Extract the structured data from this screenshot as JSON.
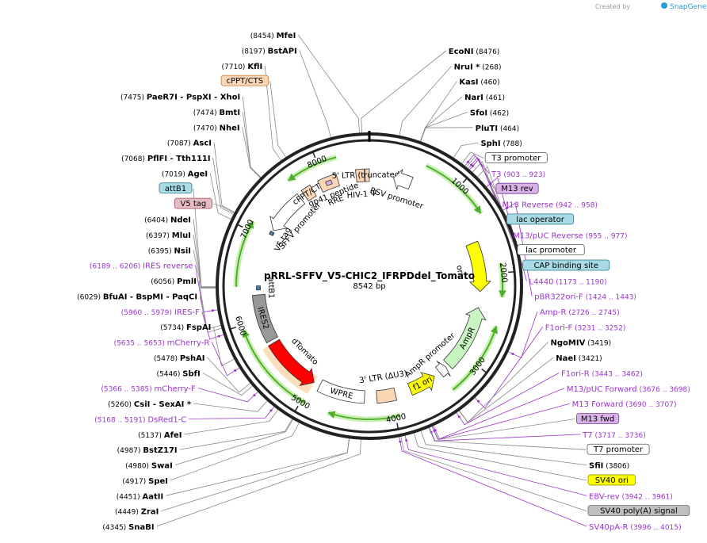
{
  "app": {
    "credit_prefix": "Created by",
    "credit_brand": "SnapGene"
  },
  "plasmid": {
    "name": "pRRL-SFFV_V5-CHIC2_IFRPDdel_Tomato",
    "length_label": "8542 bp",
    "total_bp": 8542
  },
  "ticks": [
    {
      "label": "1000",
      "bp": 1000
    },
    {
      "label": "2000",
      "bp": 2000
    },
    {
      "label": "3000",
      "bp": 3000
    },
    {
      "label": "4000",
      "bp": 4000
    },
    {
      "label": "5000",
      "bp": 5000
    },
    {
      "label": "6000",
      "bp": 6000
    },
    {
      "label": "7000",
      "bp": 7000
    },
    {
      "label": "8000",
      "bp": 8000
    }
  ],
  "colors": {
    "backbone": "#222222",
    "primer": "#9a33cc",
    "promoter_fill": "#ffffff",
    "ltr_fill": "#fbd6b5",
    "green_arrow": "#4fae2e",
    "green_glow": "#c9efb2",
    "ori_fill": "#ffff00",
    "amp_fill": "#c8f5c2",
    "tomato_fill": "#ff0000",
    "ires_fill": "#999999",
    "orange_glow": "#f0a040",
    "blue_feature": "#4477aa",
    "leader_line": "#888888"
  },
  "features": [
    {
      "id": "ori",
      "label": "ori",
      "start": 1600,
      "end": 2200,
      "direction": 1,
      "type": "ori"
    },
    {
      "id": "ampr",
      "label": "AmpR",
      "start": 2400,
      "end": 3200,
      "direction": -1,
      "type": "amp"
    },
    {
      "id": "ampr-promoter",
      "label": "AmpR promoter",
      "start": 3240,
      "end": 3340,
      "direction": -1,
      "type": "promoter"
    },
    {
      "id": "f1-ori",
      "label": "f1 ori",
      "start": 3420,
      "end": 3760,
      "direction": -1,
      "type": "ori"
    },
    {
      "id": "three-ltr",
      "label": "3' LTR (ΔU3)",
      "start": 3950,
      "end": 4180,
      "direction": 0,
      "type": "ltr"
    },
    {
      "id": "wpre",
      "label": "WPRE",
      "start": 4330,
      "end": 4900,
      "direction": 0,
      "type": "promoter"
    },
    {
      "id": "dtomato",
      "label": "dTomato",
      "start": 4980,
      "end": 5680,
      "direction": -1,
      "type": "tomato"
    },
    {
      "id": "ires2",
      "label": "IRES2",
      "start": 5720,
      "end": 6300,
      "direction": 0,
      "type": "ires"
    },
    {
      "id": "attb1",
      "label": "attB1",
      "start": 6360,
      "end": 6410,
      "direction": 0,
      "type": "blue"
    },
    {
      "id": "v5-tag",
      "label": "V5 tag",
      "start": 7060,
      "end": 7100,
      "direction": 0,
      "type": "blue"
    },
    {
      "id": "sffv-promoter",
      "label": "SFFV promoter",
      "start": 7120,
      "end": 7640,
      "direction": -1,
      "type": "promoter"
    },
    {
      "id": "cppt",
      "label": "cPPT/CTS",
      "start": 7700,
      "end": 7820,
      "direction": 0,
      "type": "ltr"
    },
    {
      "id": "rre",
      "label": "RRE",
      "start": 7920,
      "end": 8150,
      "direction": 0,
      "type": "ltr"
    },
    {
      "id": "gp41",
      "label": "gp41 peptide",
      "start": 8000,
      "end": 8070,
      "direction": 0,
      "type": "small"
    },
    {
      "id": "hiv-psi",
      "label": "HIV-1 Ψ",
      "start": 8380,
      "end": 8480,
      "direction": 0,
      "type": "ltr"
    },
    {
      "id": "five-ltr",
      "label": "5' LTR (truncated)",
      "start": 8490,
      "end": 8542,
      "direction": 0,
      "type": "ltr"
    },
    {
      "id": "rsv-promoter",
      "label": "RSV promoter",
      "start": 300,
      "end": 520,
      "direction": -1,
      "type": "promoter"
    }
  ],
  "orfs": [
    {
      "start": 600,
      "end": 1350,
      "direction": 1
    },
    {
      "start": 1900,
      "end": 2250,
      "direction": 1
    },
    {
      "start": 2550,
      "end": 3350,
      "direction": -1
    },
    {
      "start": 3950,
      "end": 4700,
      "direction": 1
    },
    {
      "start": 4950,
      "end": 5950,
      "direction": 1
    },
    {
      "start": 7650,
      "end": 8200,
      "direction": -1
    },
    {
      "start": 6400,
      "end": 7100,
      "direction": 1
    }
  ],
  "labels_right": [
    {
      "name": "EcoNI",
      "pos": "(8476)",
      "bp": 8476,
      "kind": "site",
      "tag": ""
    },
    {
      "name": "NruI *",
      "pos": "(268)",
      "bp": 268,
      "kind": "site",
      "tag": ""
    },
    {
      "name": "KasI",
      "pos": "(460)",
      "bp": 460,
      "kind": "site",
      "tag": ""
    },
    {
      "name": "NarI",
      "pos": "(461)",
      "bp": 461,
      "kind": "site",
      "tag": ""
    },
    {
      "name": "SfoI",
      "pos": "(462)",
      "bp": 462,
      "kind": "site",
      "tag": ""
    },
    {
      "name": "PluTI",
      "pos": "(464)",
      "bp": 464,
      "kind": "site",
      "tag": ""
    },
    {
      "name": "SphI",
      "pos": "(788)",
      "bp": 788,
      "kind": "site",
      "tag": ""
    },
    {
      "name": "T3 promoter",
      "pos": "",
      "bp": 880,
      "kind": "tag",
      "tag": "white"
    },
    {
      "name": "T3",
      "pos": "(903 .. 923)",
      "bp": 913,
      "kind": "primer",
      "tag": ""
    },
    {
      "name": "M13 rev",
      "pos": "",
      "bp": 930,
      "kind": "tag",
      "tag": "purple"
    },
    {
      "name": "M13 Reverse",
      "pos": "(942 .. 958)",
      "bp": 950,
      "kind": "primer",
      "tag": ""
    },
    {
      "name": "lac operator",
      "pos": "",
      "bp": 965,
      "kind": "tag",
      "tag": "blue"
    },
    {
      "name": "M13/pUC Reverse",
      "pos": "(955 .. 977)",
      "bp": 966,
      "kind": "primer",
      "tag": ""
    },
    {
      "name": "lac promoter",
      "pos": "",
      "bp": 1000,
      "kind": "tag",
      "tag": "white"
    },
    {
      "name": "CAP binding site",
      "pos": "",
      "bp": 1060,
      "kind": "tag",
      "tag": "blue"
    },
    {
      "name": "L4440",
      "pos": "(1173 .. 1190)",
      "bp": 1180,
      "kind": "primer",
      "tag": ""
    },
    {
      "name": "pBR322ori-F",
      "pos": "(1424 .. 1443)",
      "bp": 1433,
      "kind": "primer",
      "tag": ""
    },
    {
      "name": "Amp-R",
      "pos": "(2726 .. 2745)",
      "bp": 2735,
      "kind": "primer",
      "tag": ""
    },
    {
      "name": "F1ori-F",
      "pos": "(3231 .. 3252)",
      "bp": 3241,
      "kind": "primer",
      "tag": ""
    },
    {
      "name": "NgoMIV",
      "pos": "(3419)",
      "bp": 3419,
      "kind": "site",
      "tag": ""
    },
    {
      "name": "NaeI",
      "pos": "(3421)",
      "bp": 3421,
      "kind": "site",
      "tag": ""
    },
    {
      "name": "F1ori-R",
      "pos": "(3443 .. 3462)",
      "bp": 3452,
      "kind": "primer",
      "tag": ""
    },
    {
      "name": "M13/pUC Forward",
      "pos": "(3676 .. 3698)",
      "bp": 3687,
      "kind": "primer",
      "tag": ""
    },
    {
      "name": "M13 Forward",
      "pos": "(3690 .. 3707)",
      "bp": 3698,
      "kind": "primer",
      "tag": ""
    },
    {
      "name": "M13 fwd",
      "pos": "",
      "bp": 3700,
      "kind": "tag",
      "tag": "purple"
    },
    {
      "name": "T7",
      "pos": "(3717 .. 3736)",
      "bp": 3726,
      "kind": "primer",
      "tag": ""
    },
    {
      "name": "T7 promoter",
      "pos": "",
      "bp": 3730,
      "kind": "tag",
      "tag": "white"
    },
    {
      "name": "SfiI",
      "pos": "(3806)",
      "bp": 3806,
      "kind": "site",
      "tag": ""
    },
    {
      "name": "SV40 ori",
      "pos": "",
      "bp": 3870,
      "kind": "tag",
      "tag": "yellow"
    },
    {
      "name": "EBV-rev",
      "pos": "(3942 .. 3961)",
      "bp": 3951,
      "kind": "primer",
      "tag": ""
    },
    {
      "name": "SV40 poly(A) signal",
      "pos": "",
      "bp": 3990,
      "kind": "tag",
      "tag": "gray"
    },
    {
      "name": "SV40pA-R",
      "pos": "(3996 .. 4015)",
      "bp": 4005,
      "kind": "primer",
      "tag": ""
    }
  ],
  "labels_left": [
    {
      "name": "MfeI",
      "pos": "(8454)",
      "bp": 8454,
      "kind": "site",
      "tag": ""
    },
    {
      "name": "BstAPI",
      "pos": "(8197)",
      "bp": 8197,
      "kind": "site",
      "tag": ""
    },
    {
      "name": "KflI",
      "pos": "(7710)",
      "bp": 7710,
      "kind": "site",
      "tag": ""
    },
    {
      "name": "cPPT/CTS",
      "pos": "",
      "bp": 7760,
      "kind": "tag",
      "tag": "orange"
    },
    {
      "name": "PaeR7I",
      "pos": "(7475)",
      "bp": 7475,
      "kind": "site",
      "tag": "",
      "extra": [
        {
          "name": "PspXI"
        },
        {
          "name": "XhoI"
        }
      ]
    },
    {
      "name": "BmtI",
      "pos": "(7474)",
      "bp": 7474,
      "kind": "site",
      "tag": ""
    },
    {
      "name": "NheI",
      "pos": "(7470)",
      "bp": 7470,
      "kind": "site",
      "tag": ""
    },
    {
      "name": "AscI",
      "pos": "(7087)",
      "bp": 7087,
      "kind": "site",
      "tag": ""
    },
    {
      "name": "PflFI",
      "pos": "(7068)",
      "bp": 7068,
      "kind": "site",
      "tag": "",
      "extra": [
        {
          "name": "Tth111I"
        }
      ]
    },
    {
      "name": "AgeI",
      "pos": "(7019)",
      "bp": 7019,
      "kind": "site",
      "tag": ""
    },
    {
      "name": "attB1",
      "pos": "",
      "bp": 6390,
      "kind": "tag",
      "tag": "blue"
    },
    {
      "name": "V5 tag",
      "pos": "",
      "bp": 7080,
      "kind": "tag",
      "tag": "pink"
    },
    {
      "name": "NdeI",
      "pos": "(6404)",
      "bp": 6404,
      "kind": "site",
      "tag": ""
    },
    {
      "name": "MluI",
      "pos": "(6397)",
      "bp": 6397,
      "kind": "site",
      "tag": ""
    },
    {
      "name": "NsiI",
      "pos": "(6395)",
      "bp": 6395,
      "kind": "site",
      "tag": ""
    },
    {
      "name": "IRES reverse",
      "pos": "(6189 .. 6206)",
      "bp": 6197,
      "kind": "primer",
      "tag": ""
    },
    {
      "name": "PmlI",
      "pos": "(6056)",
      "bp": 6056,
      "kind": "site",
      "tag": ""
    },
    {
      "name": "BfuAI",
      "pos": "(6029)",
      "bp": 6029,
      "kind": "site",
      "tag": "",
      "extra": [
        {
          "name": "BspMI"
        },
        {
          "name": "PaqCI"
        }
      ]
    },
    {
      "name": "IRES-F",
      "pos": "(5960 .. 5979)",
      "bp": 5970,
      "kind": "primer",
      "tag": ""
    },
    {
      "name": "FspAI",
      "pos": "(5734)",
      "bp": 5734,
      "kind": "site",
      "tag": ""
    },
    {
      "name": "mCherry-R",
      "pos": "(5635 .. 5653)",
      "bp": 5644,
      "kind": "primer",
      "tag": ""
    },
    {
      "name": "PshAI",
      "pos": "(5478)",
      "bp": 5478,
      "kind": "site",
      "tag": ""
    },
    {
      "name": "SbfI",
      "pos": "(5446)",
      "bp": 5446,
      "kind": "site",
      "tag": ""
    },
    {
      "name": "mCherry-F",
      "pos": "(5366 .. 5385)",
      "bp": 5375,
      "kind": "primer",
      "tag": ""
    },
    {
      "name": "CsiI",
      "pos": "(5260)",
      "bp": 5260,
      "kind": "site",
      "tag": "",
      "extra": [
        {
          "name": "SexAI *"
        }
      ]
    },
    {
      "name": "DsRed1-C",
      "pos": "(5168 .. 5191)",
      "bp": 5180,
      "kind": "primer",
      "tag": ""
    },
    {
      "name": "AfeI",
      "pos": "(5137)",
      "bp": 5137,
      "kind": "site",
      "tag": ""
    },
    {
      "name": "BstZ17I",
      "pos": "(4987)",
      "bp": 4987,
      "kind": "site",
      "tag": ""
    },
    {
      "name": "SwaI",
      "pos": "(4980)",
      "bp": 4980,
      "kind": "site",
      "tag": ""
    },
    {
      "name": "SpeI",
      "pos": "(4917)",
      "bp": 4917,
      "kind": "site",
      "tag": ""
    },
    {
      "name": "AatII",
      "pos": "(4451)",
      "bp": 4451,
      "kind": "site",
      "tag": ""
    },
    {
      "name": "ZraI",
      "pos": "(4449)",
      "bp": 4449,
      "kind": "site",
      "tag": ""
    },
    {
      "name": "SnaBI",
      "pos": "(4345)",
      "bp": 4345,
      "kind": "site",
      "tag": ""
    }
  ]
}
